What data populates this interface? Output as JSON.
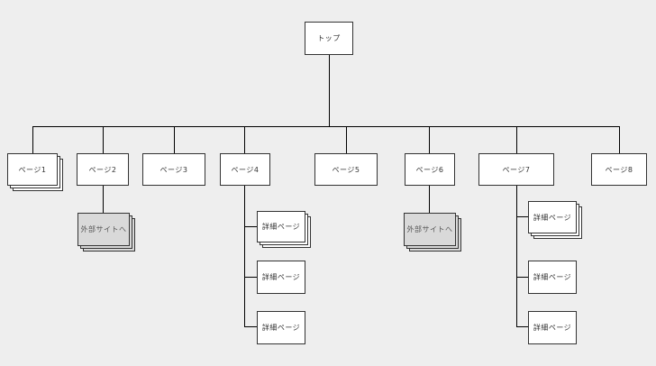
{
  "top": {
    "label": "トップ"
  },
  "pages": [
    {
      "label": "ページ1"
    },
    {
      "label": "ページ2"
    },
    {
      "label": "ページ3"
    },
    {
      "label": "ページ4"
    },
    {
      "label": "ページ5"
    },
    {
      "label": "ページ6"
    },
    {
      "label": "ページ7"
    },
    {
      "label": "ページ8"
    }
  ],
  "external": [
    {
      "label": "外部サイトへ"
    },
    {
      "label": "外部サイトへ"
    }
  ],
  "details": {
    "page4": [
      {
        "label": "詳細ページ"
      },
      {
        "label": "詳細ページ"
      },
      {
        "label": "詳細ページ"
      }
    ],
    "page7": [
      {
        "label": "詳細ページ"
      },
      {
        "label": "詳細ページ"
      },
      {
        "label": "詳細ページ"
      }
    ]
  }
}
